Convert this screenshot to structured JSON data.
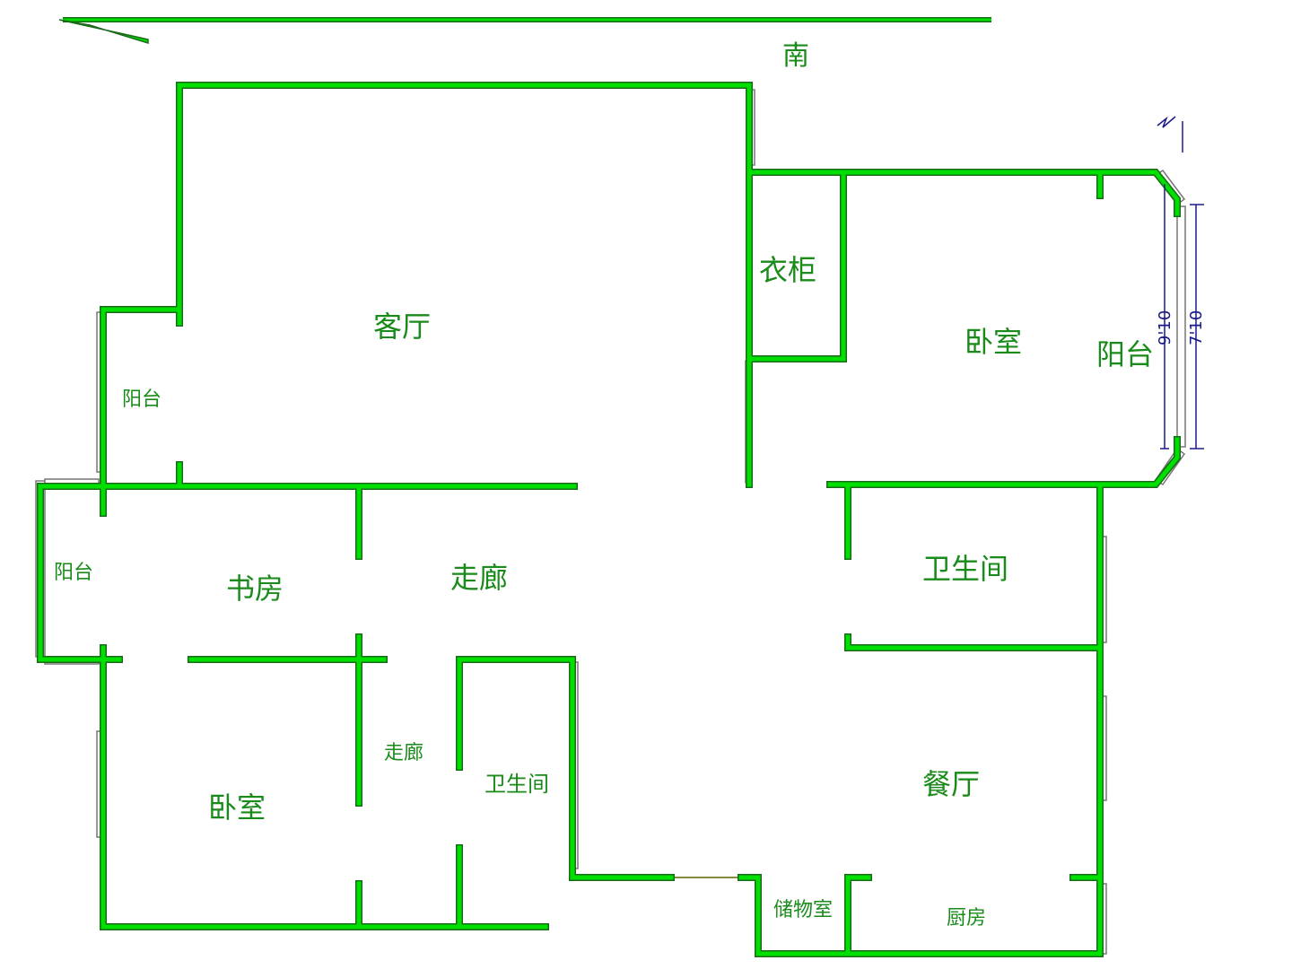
{
  "compass": {
    "direction": "南"
  },
  "rooms": {
    "living_room": "客厅",
    "wardrobe": "衣柜",
    "bedroom_master": "卧室",
    "balcony_east": "阳台",
    "balcony_west_top": "阳台",
    "balcony_west_bottom": "阳台",
    "study": "书房",
    "corridor_main": "走廊",
    "corridor_small": "走廊",
    "bathroom_east": "卫生间",
    "bathroom_west": "卫生间",
    "bedroom_second": "卧室",
    "dining_room": "餐厅",
    "storage_room": "储物室",
    "kitchen": "厨房"
  },
  "dimensions": {
    "inner": "9'10",
    "outer": "7'10"
  },
  "colors": {
    "wall": "#00e000",
    "wall_edge": "#1a6a1a",
    "label": "#1a8a1a",
    "dimension": "#1a1a8a"
  }
}
